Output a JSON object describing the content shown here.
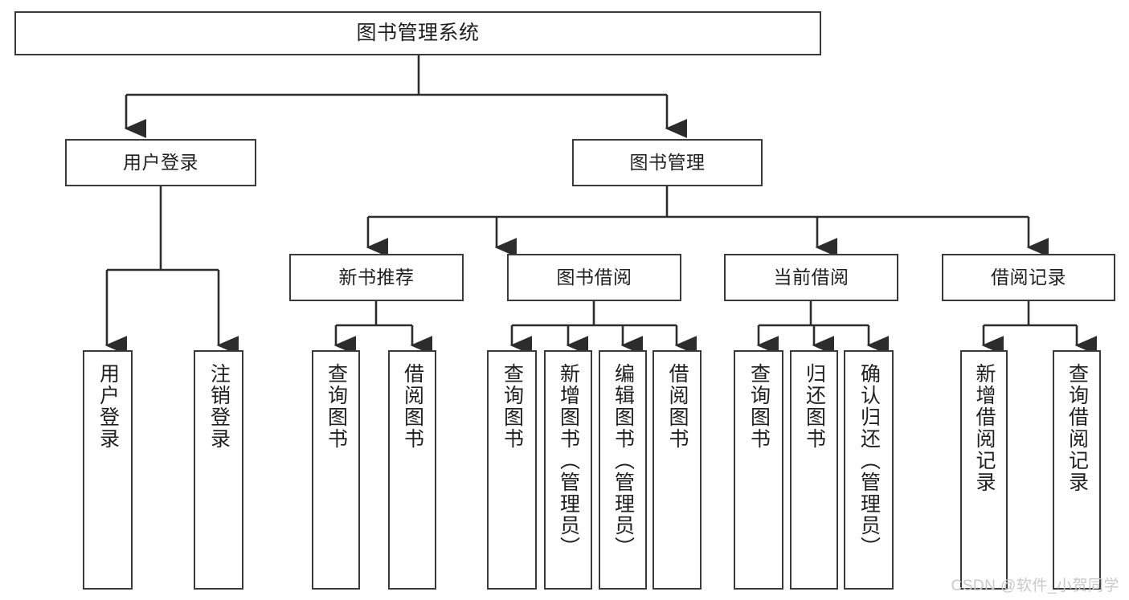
{
  "diagram": {
    "type": "hierarchy-tree",
    "title": "图书管理系统",
    "root": {
      "label": "图书管理系统"
    },
    "level2": [
      {
        "label": "用户登录"
      },
      {
        "label": "图书管理"
      }
    ],
    "level3": [
      {
        "label": "新书推荐"
      },
      {
        "label": "图书借阅"
      },
      {
        "label": "当前借阅"
      },
      {
        "label": "借阅记录"
      }
    ],
    "leaves": {
      "user_login": [
        {
          "label": "用户登录"
        },
        {
          "label": "注销登录"
        }
      ],
      "new_book_recommend": [
        {
          "label": "查询图书"
        },
        {
          "label": "借阅图书"
        }
      ],
      "book_borrow": [
        {
          "label": "查询图书"
        },
        {
          "label": "新增图书（管理员）"
        },
        {
          "label": "编辑图书（管理员）"
        },
        {
          "label": "借阅图书"
        }
      ],
      "current_borrow": [
        {
          "label": "查询图书"
        },
        {
          "label": "归还图书"
        },
        {
          "label": "确认归还（管理员）"
        }
      ],
      "borrow_record": [
        {
          "label": "新增借阅记录"
        },
        {
          "label": "查询借阅记录"
        }
      ]
    }
  },
  "watermark": {
    "text": "CSDN @软件_小贺同学"
  },
  "colors": {
    "border": "#3a3a3a",
    "text": "#1f1f1f",
    "background": "#ffffff",
    "watermark": "#c9c9c9"
  }
}
